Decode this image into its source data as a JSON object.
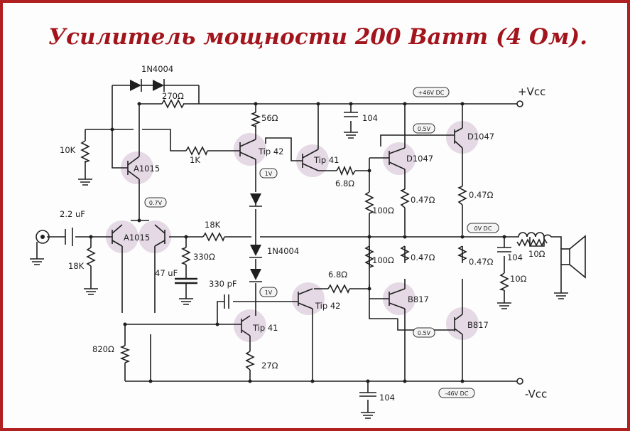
{
  "title": "Усилитель мощности 200 Ватт (4 Ом).",
  "rails": {
    "positive": "+Vcc",
    "negative": "-Vcc"
  },
  "badges": {
    "plus46": "+46V DC",
    "minus46": "-46V DC",
    "zero": "0V DC",
    "v05_top": "0.5V",
    "v05_bot": "0.5V",
    "v1_top": "1V",
    "v1_bot": "1V",
    "v07": "0.7V"
  },
  "transistors": {
    "q_a1015_top": "A1015",
    "q_a1015_diff": "A1015",
    "q_tip42_top": "Tip 42",
    "q_tip41_top": "Tip 41",
    "q_d1047_drv": "D1047",
    "q_d1047_out": "D1047",
    "q_tip41_bot": "Tip 41",
    "q_tip42_bot": "Tip 42",
    "q_b817_drv": "B817",
    "q_b817_out": "B817"
  },
  "components": {
    "d_top": "1N4004",
    "r270": "270Ω",
    "r10k": "10K",
    "r1k": "1K",
    "r56": "56Ω",
    "c104_top": "104",
    "r68_top": "6.8Ω",
    "r100_top": "100Ω",
    "r047_a": "0.47Ω",
    "r047_b": "0.47Ω",
    "c22": "2.2 uF",
    "r18k_in": "18K",
    "r18k_fb": "18K",
    "r330": "330Ω",
    "c47": "47 uF",
    "d_mid": "1N4004",
    "r100_bot": "100Ω",
    "r047_c": "0.47Ω",
    "r047_d": "0.47Ω",
    "c104_out": "104",
    "r10_l": "10Ω",
    "r10_c": "10Ω",
    "c330p": "330 pF",
    "r68_bot": "6.8Ω",
    "r820": "820Ω",
    "r27": "27Ω",
    "c104_bot": "104"
  }
}
